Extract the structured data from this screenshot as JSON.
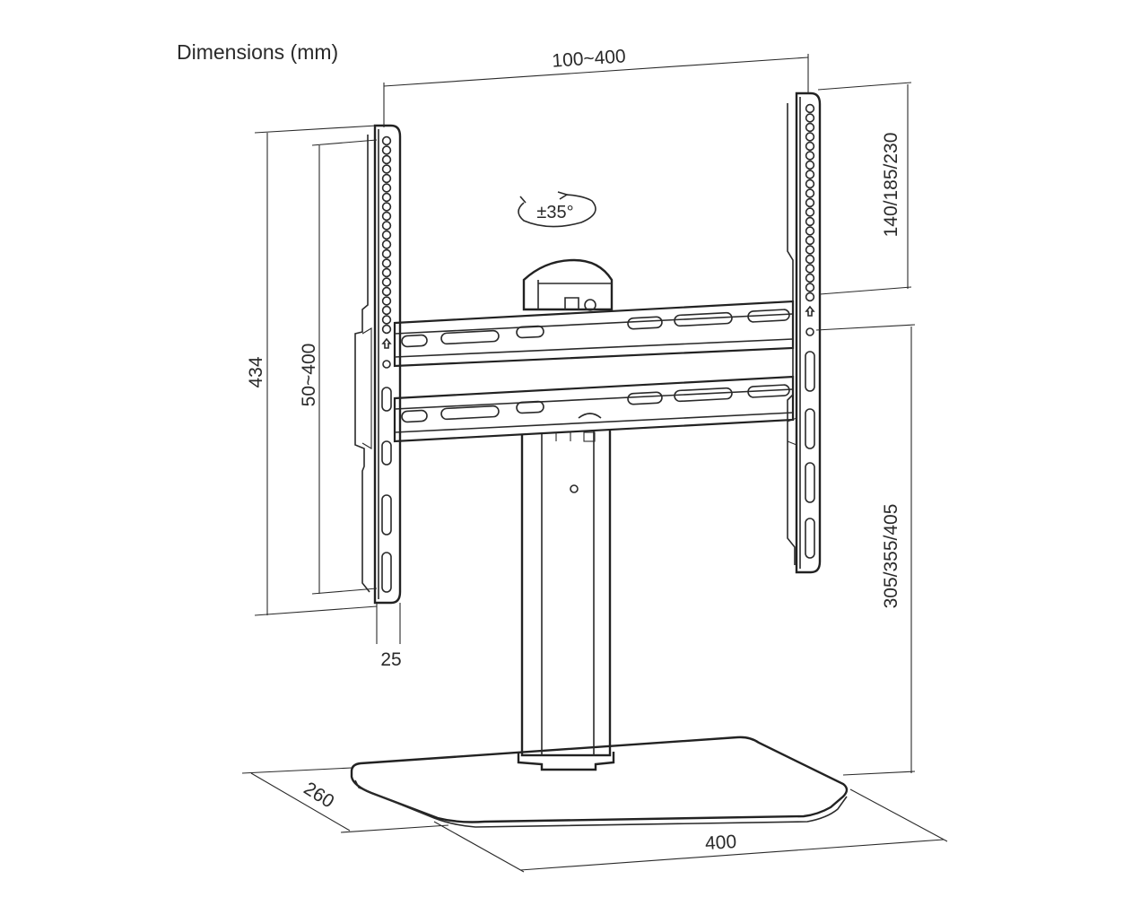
{
  "title": "Dimensions (mm)",
  "dimensions": {
    "vesa_width": "100~400",
    "vesa_height": "50~400",
    "arm_height": "140/185/230",
    "total_height": "434",
    "arm_depth": "25",
    "column_height": "305/355/405",
    "base_depth": "260",
    "base_width": "400",
    "swivel": "±35°"
  }
}
